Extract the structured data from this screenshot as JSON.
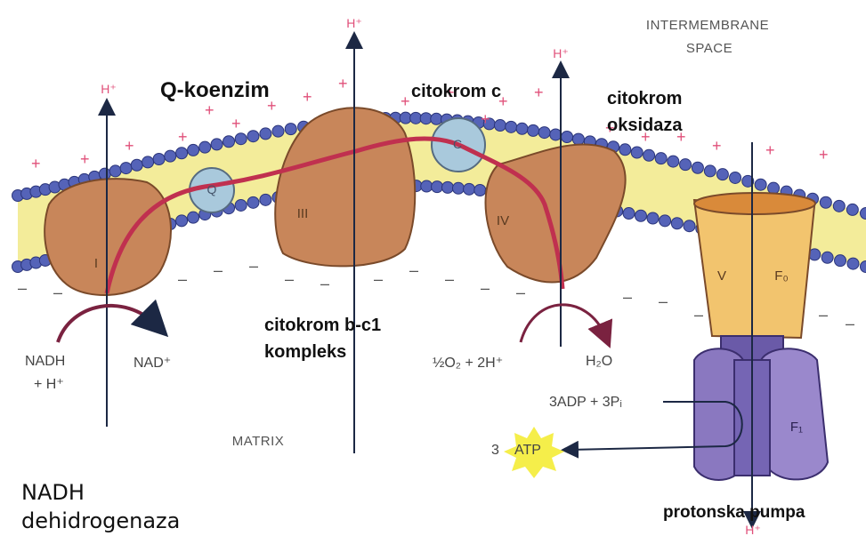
{
  "labels": {
    "intermembrane_space": "INTERMEMBRANE",
    "intermembrane_space_2": "SPACE",
    "matrix": "MATRIX",
    "q_koenzim": "Q-koenzim",
    "citokrom_c": "citokrom c",
    "citokrom_oksidaza_1": "citokrom",
    "citokrom_oksidaza_2": "oksidaza",
    "citokrom_bc1_1": "citokrom b-c1",
    "citokrom_bc1_2": "kompleks",
    "nadh_dehidrogenaza_1": "NADH",
    "nadh_dehidrogenaza_2": "dehidrogenaza",
    "protonska_pumpa": "protonska pumpa",
    "nadh": "NADH",
    "nadh_h": "+ H⁺",
    "nad_plus": "NAD⁺",
    "o2_reaction": "½O₂ + 2H⁺",
    "h2o": "H₂O",
    "adp": "3ADP + 3Pᵢ",
    "atp_coef": "3",
    "atp": "ATP",
    "h_plus": "H⁺",
    "complex_I": "I",
    "complex_III": "III",
    "complex_IV": "IV",
    "complex_V": "V",
    "fo": "F₀",
    "f1": "F₁",
    "q": "Q",
    "c": "C"
  },
  "colors": {
    "protein": "#c8865a",
    "membrane_core": "#f3ec9a",
    "lipid_head": "#5563b8",
    "electron_path": "#c0304f",
    "fo_unit": "#f2c46e",
    "f1_unit": "#8a78c0",
    "mobile_carrier": "#a9c9dc",
    "atp_burst": "#f5ee4a"
  }
}
